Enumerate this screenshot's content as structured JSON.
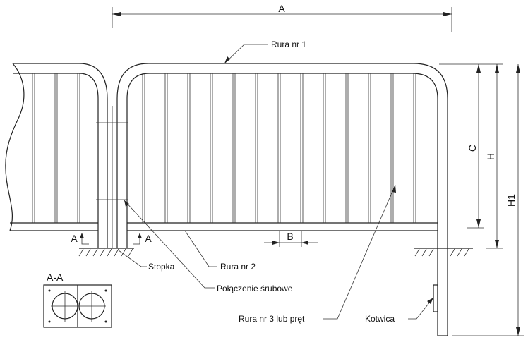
{
  "labels": {
    "rura1": "Rura nr 1",
    "rura2": "Rura nr 2",
    "rura3": "Rura nr 3 lub pręt",
    "stopka": "Stopka",
    "polaczenie": "Połączenie śrubowe",
    "kotwica": "Kotwica",
    "section": "A-A"
  },
  "dimensions": {
    "a": "A",
    "b": "B",
    "c": "C",
    "h": "H",
    "h1": "H1",
    "section_left": "A",
    "section_right": "A"
  }
}
